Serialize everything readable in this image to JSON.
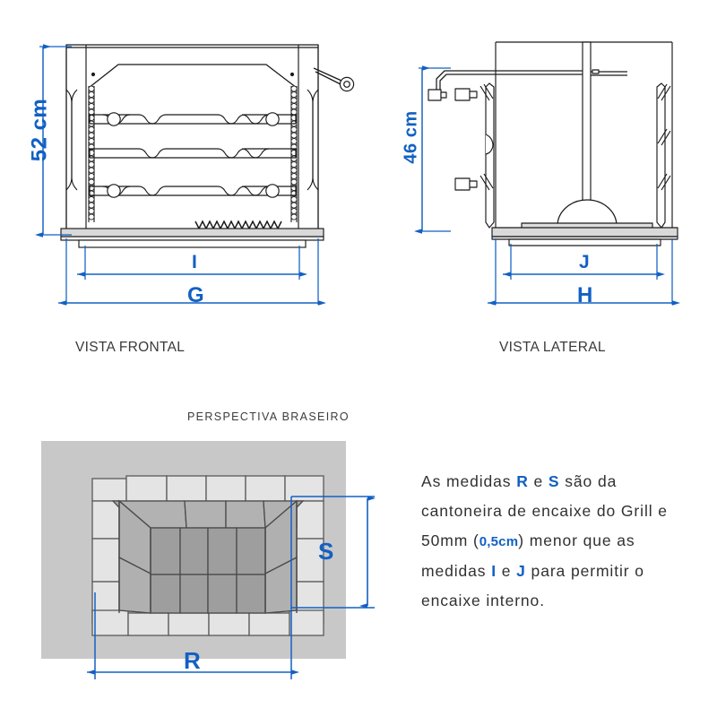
{
  "page": {
    "background": "#ffffff",
    "accent_blue": "#1260c4",
    "line_dark": "#1a1a1a"
  },
  "views": {
    "front": {
      "caption": "VISTA FRONTAL",
      "height_label": "52 cm",
      "inner_width_label": "I",
      "outer_width_label": "G",
      "shelf_count": 3,
      "handle_wheel": "crank-handle"
    },
    "side": {
      "caption": "VISTA LATERAL",
      "height_label": "46 cm",
      "inner_depth_label": "J",
      "outer_depth_label": "H",
      "hook_count": 6
    },
    "perspective": {
      "title": "PERSPECTIVA BRASEIRO",
      "width_label": "R",
      "height_label": "S",
      "background_color": "#c8c8c8",
      "brick_light": "#e2e2e2",
      "brick_mid": "#b8b8b8",
      "brick_dark": "#a0a0a0",
      "floor_color": "#9e9e9e"
    }
  },
  "note": {
    "line1_a": "As medidas ",
    "line1_r": "R",
    "line1_b": " e ",
    "line1_s": "S",
    "line1_c": " são da cantoneira de encaixe do Grill e 50mm (",
    "line1_mm": "0,5cm",
    "line1_d": ") menor que as medidas ",
    "line1_i": "I",
    "line1_e": " e ",
    "line1_j": "J",
    "line1_f": " para permitir o encaixe interno.",
    "full_text": "As medidas R e S são da cantoneira de encaixe do Grill e 50mm (0,5cm) menor que as medidas I e J para permitir o encaixe interno."
  },
  "dimensions": {
    "front_height": "52 cm",
    "side_height": "46 cm",
    "letters": [
      "I",
      "G",
      "J",
      "H",
      "R",
      "S"
    ]
  }
}
